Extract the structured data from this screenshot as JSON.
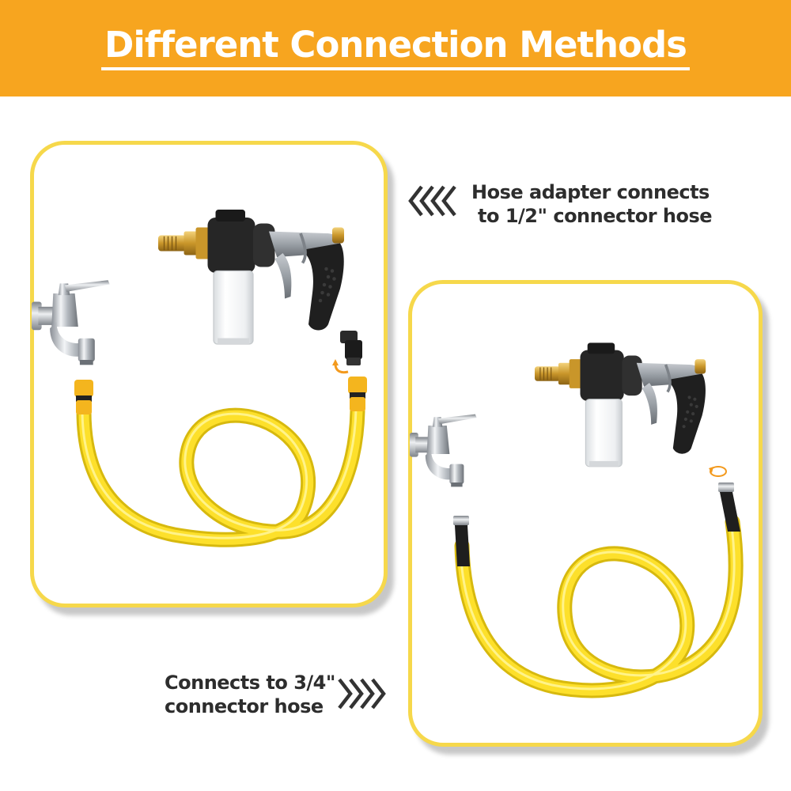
{
  "header": {
    "title": "Different Connection Methods",
    "background_color": "#f7a51f",
    "text_color": "#ffffff"
  },
  "captions": {
    "half_inch": {
      "line1": "Hose adapter connects",
      "line2": "to 1/2\" connector hose"
    },
    "three_quarter_inch": {
      "line1": "Connects to 3/4\"",
      "line2": "connector hose"
    }
  },
  "icons": {
    "left_arrows": "chevrons-left-icon",
    "right_arrows": "chevrons-right-icon",
    "faucet": "faucet-icon",
    "spray_gun": "foam-spray-gun-icon",
    "hose": "yellow-hose-icon",
    "adapter": "hose-adapter-icon",
    "rotate": "rotate-arrow-icon"
  },
  "colors": {
    "panel_border": "#f6d84b",
    "hose": "#fde02b",
    "connector": "#f4b51e",
    "brass": "#d4a233"
  }
}
